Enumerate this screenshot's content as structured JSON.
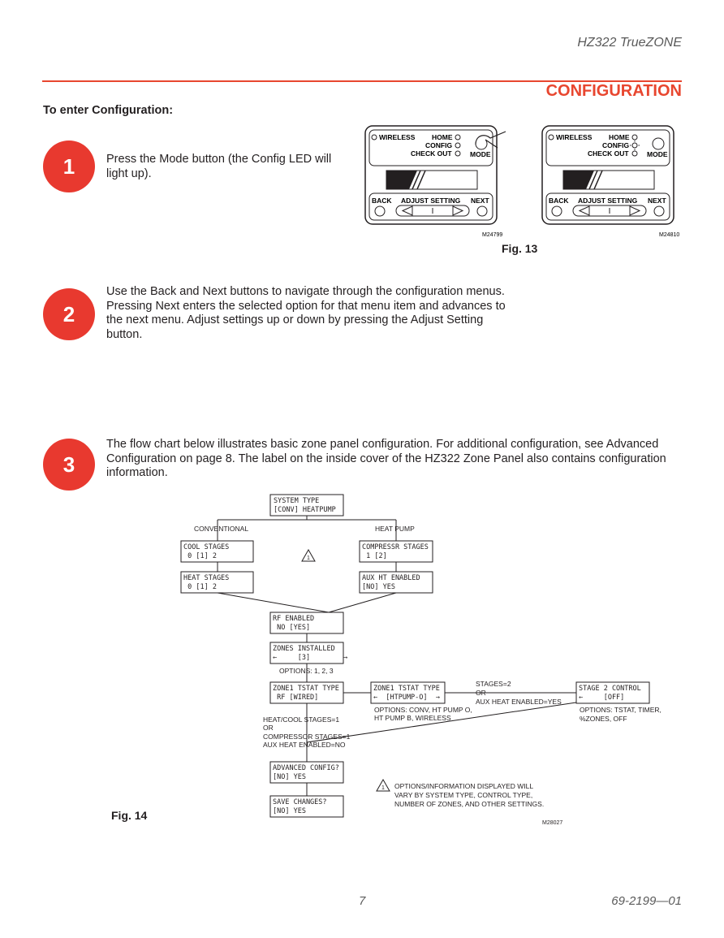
{
  "header": {
    "title": "HZ322 TrueZONE",
    "section": "CONFIGURATION"
  },
  "subhead": "To enter Configuration:",
  "steps": [
    {
      "number": "1",
      "text": "Press the Mode button (the Config LED will light up)."
    },
    {
      "number": "2",
      "text": "Use the Back and Next buttons to navigate through the configuration menus. Pressing Next enters the selected option for that menu item and advances to the next menu. Adjust settings up or down by pressing the Adjust Setting button."
    },
    {
      "number": "3",
      "text": "The flow chart below illustrates basic zone panel configuration. For additional configuration, see Advanced Configuration on page 8. The label on the inside cover of the HZ322 Zone Panel also contains configuration information."
    }
  ],
  "fig13": {
    "label": "Fig. 13",
    "panel": {
      "wireless": "WIRELESS",
      "home": "HOME",
      "config": "CONFIG",
      "checkout": "CHECK OUT",
      "mode": "MODE",
      "back": "BACK",
      "adjust": "ADJUST SETTING",
      "next": "NEXT"
    },
    "codes": [
      "M24799",
      "M24810"
    ]
  },
  "fig14": {
    "label": "Fig. 14",
    "code": "M28027",
    "boxes": {
      "system_type": [
        "SYSTEM TYPE",
        "[CONV] HEATPUMP"
      ],
      "cool_stages": [
        "COOL STAGES",
        " 0 [1] 2"
      ],
      "heat_stages": [
        "HEAT STAGES",
        " 0 [1] 2"
      ],
      "compressr": [
        "COMPRESSR STAGES",
        " 1 [2]"
      ],
      "aux_ht": [
        "AUX HT ENABLED",
        "[NO] YES"
      ],
      "rf_enabled": [
        "RF ENABLED",
        " NO [YES]"
      ],
      "zones_installed": [
        "ZONES INSTALLED",
        "←     [3]        →"
      ],
      "zone1_tstat": [
        "ZONE1 TSTAT TYPE",
        " RF [WIRED]"
      ],
      "zone1_tstat2": [
        "ZONE1 TSTAT TYPE",
        "←  [HTPUMP-O]  →"
      ],
      "stage2": [
        "STAGE 2 CONTROL",
        "←     [OFF]"
      ],
      "advanced": [
        "ADVANCED CONFIG?",
        "[NO] YES"
      ],
      "save": [
        "SAVE CHANGES?",
        "[NO] YES"
      ]
    },
    "labels": {
      "conventional": "CONVENTIONAL",
      "heat_pump": "HEAT PUMP",
      "options_zones": "OPTIONS: 1, 2, 3",
      "stages_cond": [
        "STAGES=2",
        "OR",
        "AUX HEAT ENABLED=YES"
      ],
      "tstat_options": [
        "OPTIONS: CONV, HT PUMP O,",
        "HT PUMP B, WIRELESS"
      ],
      "stage2_options": [
        "OPTIONS: TSTAT, TIMER,",
        "%ZONES, OFF"
      ],
      "heatcool_cond": [
        "HEAT/COOL STAGES=1",
        "OR",
        "COMPRESSOR STAGES=1",
        "AUX HEAT ENABLED=NO"
      ],
      "note": [
        "OPTIONS/INFORMATION DISPLAYED WILL",
        "VARY BY SYSTEM TYPE, CONTROL TYPE,",
        "NUMBER OF ZONES, AND OTHER SETTINGS."
      ],
      "warning_mark": "1"
    }
  },
  "footer": {
    "page": "7",
    "doc": "69-2199—01"
  }
}
